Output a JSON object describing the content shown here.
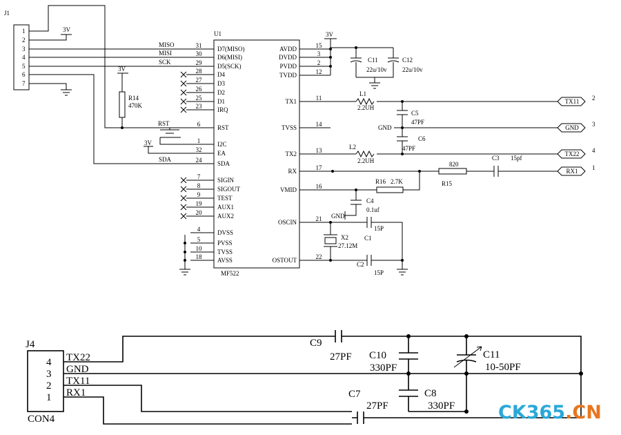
{
  "top_schematic": {
    "connector": {
      "ref": "J1",
      "pins": [
        "1",
        "2",
        "3",
        "4",
        "5",
        "6",
        "7"
      ]
    },
    "ic": {
      "ref": "U1",
      "part": "MF522",
      "left_pins": [
        {
          "num": "31",
          "name": "D7(MISO)"
        },
        {
          "num": "30",
          "name": "D6(MISI)"
        },
        {
          "num": "29",
          "name": "D5(SCK)"
        },
        {
          "num": "28",
          "name": "D4"
        },
        {
          "num": "27",
          "name": "D3"
        },
        {
          "num": "26",
          "name": "D2"
        },
        {
          "num": "25",
          "name": "D1"
        },
        {
          "num": "23",
          "name": "IRQ"
        },
        {
          "num": "6",
          "name": "RST"
        },
        {
          "num": "1",
          "name": "I2C"
        },
        {
          "num": "32",
          "name": "EA"
        },
        {
          "num": "24",
          "name": "SDA"
        },
        {
          "num": "7",
          "name": "SIGIN"
        },
        {
          "num": "8",
          "name": "SIGOUT"
        },
        {
          "num": "9",
          "name": "TEST"
        },
        {
          "num": "19",
          "name": "AUX1"
        },
        {
          "num": "20",
          "name": "AUX2"
        },
        {
          "num": "4",
          "name": "DVSS"
        },
        {
          "num": "5",
          "name": "PVSS"
        },
        {
          "num": "10",
          "name": "TVSS"
        },
        {
          "num": "18",
          "name": "AVSS"
        }
      ],
      "right_pins": [
        {
          "num": "15",
          "name": "AVDD"
        },
        {
          "num": "3",
          "name": "DVDD"
        },
        {
          "num": "2",
          "name": "PVDD"
        },
        {
          "num": "12",
          "name": "TVDD"
        },
        {
          "num": "11",
          "name": "TX1"
        },
        {
          "num": "14",
          "name": "TVSS"
        },
        {
          "num": "13",
          "name": "TX2"
        },
        {
          "num": "17",
          "name": "RX"
        },
        {
          "num": "16",
          "name": "VMID"
        },
        {
          "num": "21",
          "name": "OSCIN"
        },
        {
          "num": "22",
          "name": "OSTOUT"
        }
      ]
    },
    "nets": {
      "miso": "MISO",
      "mosi": "MISI",
      "sck": "SCK",
      "rst": "RST",
      "sda": "SDA",
      "gnd": "GND"
    },
    "supply": "3V",
    "parts": {
      "r14": {
        "ref": "R14",
        "value": "470K"
      },
      "c11": {
        "ref": "C11",
        "value": "22u/10v"
      },
      "c12": {
        "ref": "C12",
        "value": "22u/10v"
      },
      "l1": {
        "ref": "L1",
        "value": "2.2UH"
      },
      "l2": {
        "ref": "L2",
        "value": "2.2UH"
      },
      "c5": {
        "ref": "C5",
        "value": "47PF"
      },
      "c6": {
        "ref": "C6",
        "value": "47PF"
      },
      "r16": {
        "ref": "R16",
        "value": "2.7K"
      },
      "r15": {
        "ref": "R15",
        "value": "820"
      },
      "c3": {
        "ref": "C3",
        "value": "15pf"
      },
      "c4": {
        "ref": "C4",
        "value": "0.1uf"
      },
      "x2": {
        "ref": "X2",
        "value": "27.12M"
      },
      "c1": {
        "ref": "C1",
        "value": "15P"
      },
      "c2": {
        "ref": "C2",
        "value": "15P"
      }
    },
    "outputs": [
      {
        "label": "TX11",
        "num": "2"
      },
      {
        "label": "GND",
        "num": "3"
      },
      {
        "label": "TX22",
        "num": "4"
      },
      {
        "label": "RX1",
        "num": "1"
      }
    ]
  },
  "bottom_schematic": {
    "connector": {
      "ref": "J4",
      "part": "CON4",
      "pins": [
        "4",
        "3",
        "2",
        "1"
      ],
      "nets": [
        "TX22",
        "GND",
        "TX11",
        "RX1"
      ]
    },
    "parts": {
      "c9": {
        "ref": "C9",
        "value": "27PF"
      },
      "c10": {
        "ref": "C10",
        "value": "330PF"
      },
      "c11": {
        "ref": "C11",
        "value": "10-50PF"
      },
      "c7": {
        "ref": "C7",
        "value": "27PF"
      },
      "c8": {
        "ref": "C8",
        "value": "330PF"
      }
    }
  },
  "watermark": {
    "ck": "CK365",
    "dot": ".",
    "cn": "CN",
    "ck_color": "#2aa8d8",
    "cn_color": "#e8761e"
  }
}
